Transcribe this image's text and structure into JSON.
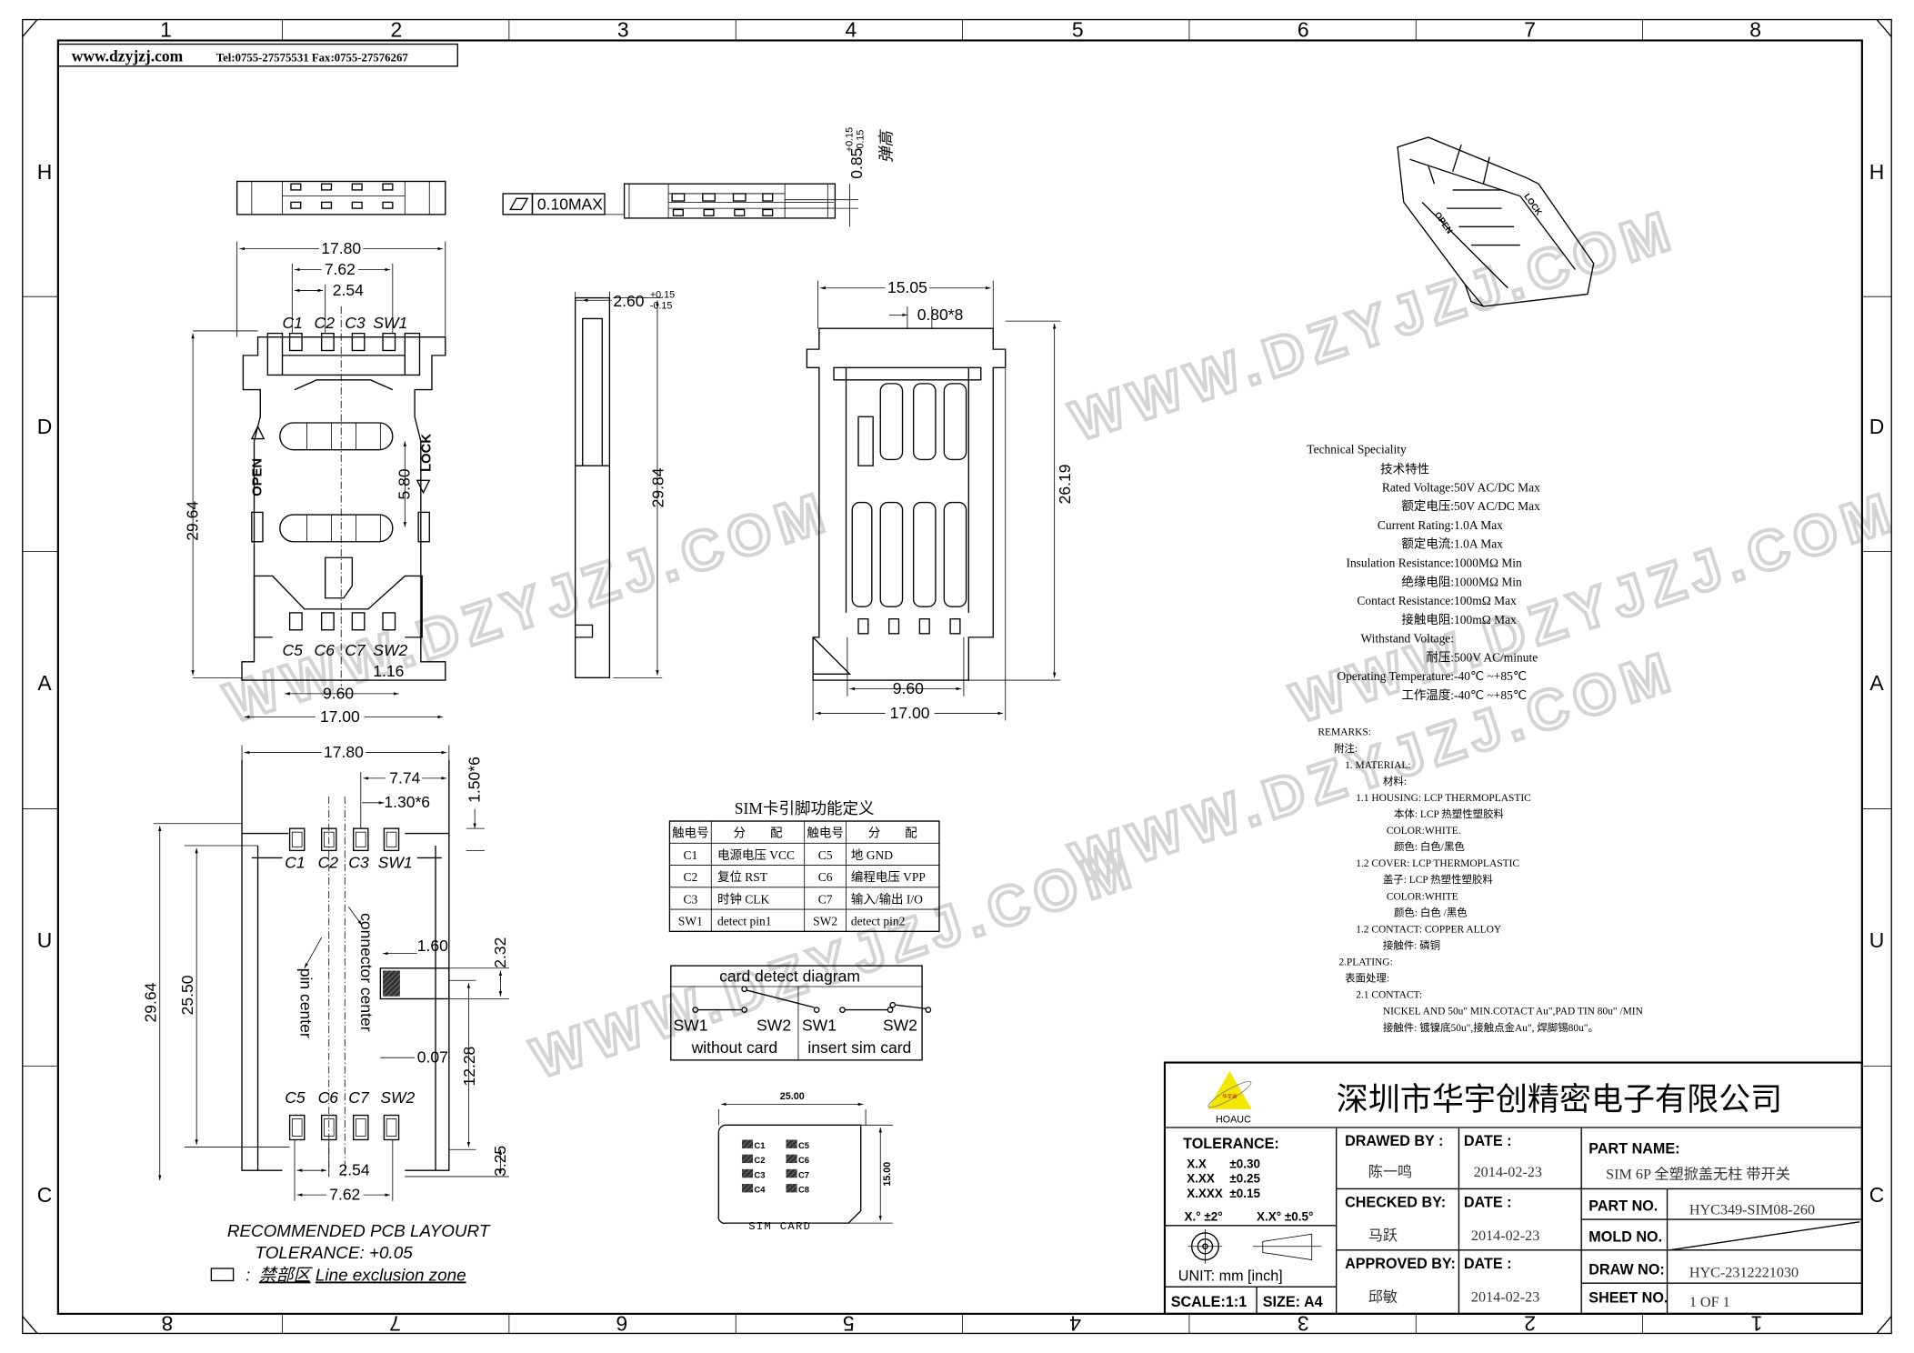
{
  "header": {
    "website": "www.dzyjzj.com",
    "contact": "Tel:0755-27575531  Fax:0755-27576267"
  },
  "grid": {
    "columns_top": [
      "1",
      "2",
      "3",
      "4",
      "5",
      "6",
      "7",
      "8"
    ],
    "columns_bottom": [
      "8",
      "7",
      "6",
      "5",
      "4",
      "3",
      "2",
      "1"
    ],
    "rows": [
      "H",
      "D",
      "A",
      "U",
      "C"
    ]
  },
  "watermark": "WWW.DZYJZJ.COM",
  "side_view": {
    "flatness": "0.10MAX",
    "spring_height": "0.85",
    "spring_tol_plus": "+0.15",
    "spring_tol_minus": "-0.15",
    "spring_label": "弹高"
  },
  "top_view": {
    "width_overall": "17.80",
    "pitch_span": "7.62",
    "pitch": "2.54",
    "pins_top": [
      "C1",
      "C2",
      "C3",
      "SW1"
    ],
    "pins_bottom": [
      "C5",
      "C6",
      "C7",
      "SW2"
    ],
    "height": "29.64",
    "slot_gap": "5.80",
    "offset": "1.16",
    "bottom_inner": "9.60",
    "bottom_width": "17.00",
    "open_label": "OPEN",
    "lock_label": "LOCK"
  },
  "profile_view": {
    "thickness": "2.60",
    "tol_plus": "+0.15",
    "tol_minus": "-0.15",
    "length": "29.84"
  },
  "bottom_view": {
    "width": "15.05",
    "lead": "0.80*8",
    "height": "26.19",
    "inner": "9.60",
    "overall": "17.00"
  },
  "pcb_layout": {
    "width": "17.80",
    "offset_x": "7.74",
    "pad_w": "1.30*6",
    "pad_h": "1.50*6",
    "height": "29.64",
    "inner_height": "25.50",
    "notch_w": "1.60",
    "notch_h": "2.32",
    "gap": "0.07",
    "row_gap": "12.28",
    "bottom_off": "3.25",
    "pitch": "2.54",
    "pitch_span": "7.62",
    "pins_top": [
      "C1",
      "C2",
      "C3",
      "SW1"
    ],
    "pins_bottom": [
      "C5",
      "C6",
      "C7",
      "SW2"
    ],
    "pin_center": "pin center",
    "connector_center": "connector center",
    "caption": "RECOMMENDED PCB LAYOURT",
    "tolerance": "TOLERANCE: +0.05",
    "legend_cn": "禁部区",
    "legend_en": "Line exclusion zone",
    "legend_sep": ":"
  },
  "pin_table": {
    "title": "SIM卡引脚功能定义",
    "headers": [
      "触电号",
      "分　　配",
      "触电号",
      "分　　配"
    ],
    "rows": [
      [
        "C1",
        "电源电压 VCC",
        "C5",
        "地 GND"
      ],
      [
        "C2",
        "复位 RST",
        "C6",
        "编程电压 VPP"
      ],
      [
        "C3",
        "时钟 CLK",
        "C7",
        "输入/输出 I/O"
      ],
      [
        "SW1",
        "detect pin1",
        "SW2",
        "detect pin2"
      ]
    ]
  },
  "card_detect": {
    "title": "card detect diagram",
    "left": {
      "sw1": "SW1",
      "sw2": "SW2",
      "caption": "without card"
    },
    "right": {
      "sw1": "SW1",
      "sw2": "SW2",
      "caption": "insert sim card"
    }
  },
  "sim_card": {
    "width": "25.00",
    "height": "15.00",
    "label": "SIM CARD",
    "contacts": [
      "C1",
      "C2",
      "C3",
      "C4",
      "C5",
      "C6",
      "C7",
      "C8"
    ]
  },
  "tech_spec": {
    "title_en": "Technical Speciality",
    "title_cn": "技术特性",
    "rows": [
      {
        "label": "Rated Voltage:",
        "value": "50V AC/DC Max"
      },
      {
        "label": "额定电压:",
        "value": "50V AC/DC Max"
      },
      {
        "label": "Current Rating:",
        "value": "1.0A Max"
      },
      {
        "label": "额定电流:",
        "value": "1.0A Max"
      },
      {
        "label": "Insulation Resistance:",
        "value": "1000MΩ  Min"
      },
      {
        "label": "绝缘电阻:",
        "value": "1000MΩ  Min"
      },
      {
        "label": "Contact Resistance:",
        "value": "100mΩ  Max"
      },
      {
        "label": "接触电阻:",
        "value": "100mΩ  Max"
      },
      {
        "label": "Withstand Voltage:",
        "value": ""
      },
      {
        "label": "耐压:",
        "value": "500V AC/minute"
      },
      {
        "label": "Operating Temperature:",
        "value": "-40℃ ~+85℃"
      },
      {
        "label": "工作温度:",
        "value": "-40℃ ~+85℃"
      }
    ]
  },
  "remarks": [
    "REMARKS:",
    "附注:",
    "1. MATERIAL:",
    "材料:",
    "1.1 HOUSING:  LCP THERMOPLASTIC",
    "本体: LCP 热塑性塑胶料",
    "COLOR:WHITE.",
    "颜色: 白色/黑色",
    "1.2 COVER: LCP THERMOPLASTIC",
    "盖子: LCP 热塑性塑胶料",
    "COLOR:WHITE",
    "颜色: 白色 /黑色",
    "1.2 CONTACT: COPPER ALLOY",
    "接触件: 磷铜",
    "2.PLATING:",
    "表面处理:",
    "2.1 CONTACT:",
    "NICKEL  AND 50u\" MIN.COTACT Au\",PAD TIN 80u\" /MIN",
    "接触件: 镀镍底50u\",接触点金Au\", 焊脚锡80u\"。"
  ],
  "title_block": {
    "company": "深圳市华宇创精密电子有限公司",
    "logo_text": "HOAUC",
    "logo_cn": "华宇创",
    "logo_color": "#f5e600",
    "tolerance_label": "TOLERANCE:",
    "tolerances": [
      [
        "X.X",
        "±0.30"
      ],
      [
        "X.XX",
        "±0.25"
      ],
      [
        "X.XXX",
        "±0.15"
      ]
    ],
    "angle_tol": [
      "X.° ±2°",
      "X.X° ±0.5°"
    ],
    "unit": "UNIT:  mm  [inch]",
    "scale": "SCALE:1:1",
    "size": "SIZE:  A4",
    "drawed_by_label": "DRAWED BY :",
    "drawed_by": "陈一鸣",
    "checked_by_label": "CHECKED BY:",
    "checked_by": "马跃",
    "approved_by_label": "APPROVED BY:",
    "approved_by": "邱敏",
    "date_label": "DATE :",
    "dates": [
      "2014-02-23",
      "2014-02-23",
      "2014-02-23"
    ],
    "part_name_label": "PART NAME:",
    "part_name": "SIM 6P 全塑掀盖无柱 带开关",
    "part_no_label": "PART NO.",
    "part_no": "HYC349-SIM08-260",
    "mold_no_label": "MOLD NO.",
    "draw_no_label": "DRAW NO:",
    "draw_no": "HYC-2312221030",
    "sheet_no_label": "SHEET NO.",
    "sheet_no": "1 OF 1"
  }
}
